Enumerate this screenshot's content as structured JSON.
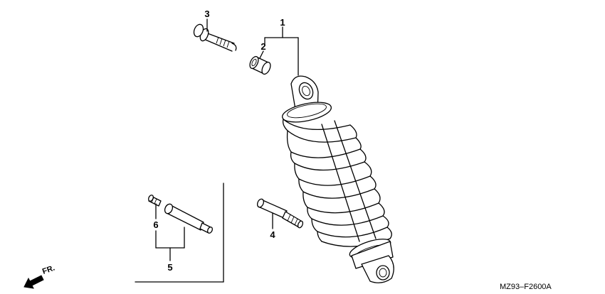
{
  "diagram": {
    "callouts": {
      "c1": "1",
      "c2": "2",
      "c3": "3",
      "c4": "4",
      "c5": "5",
      "c6": "6"
    },
    "drawing_code": "MZ93–F2600A",
    "direction_label": "FR."
  }
}
